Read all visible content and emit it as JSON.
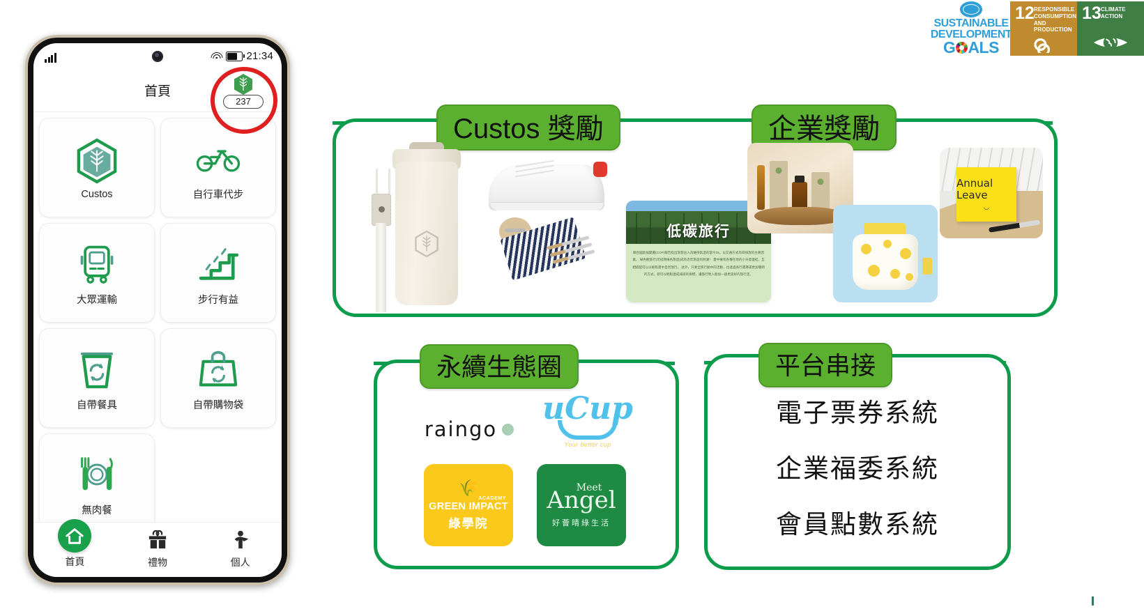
{
  "phone": {
    "status_bar": {
      "signal_icon": "signal-bars-icon",
      "wifi_icon": "wifi-icon",
      "battery_icon": "battery-icon",
      "time": "21:34"
    },
    "header": {
      "title": "首頁",
      "leaf_icon": "leaf-hexagon-icon",
      "points": "237",
      "highlight": "red-circle-annotation"
    },
    "tiles": [
      {
        "label": "Custos",
        "icon": "leaf-hexagon-icon"
      },
      {
        "label": "自行車代步",
        "icon": "bicycle-icon"
      },
      {
        "label": "大眾運輸",
        "icon": "bus-icon"
      },
      {
        "label": "步行有益",
        "icon": "stairs-icon"
      },
      {
        "label": "自帶餐具",
        "icon": "reusable-cup-icon"
      },
      {
        "label": "自帶購物袋",
        "icon": "reusable-bag-icon"
      },
      {
        "label": "無肉餐",
        "icon": "cutlery-plate-icon"
      }
    ],
    "tabs": [
      {
        "label": "首頁",
        "icon": "home-icon",
        "active": true
      },
      {
        "label": "禮物",
        "icon": "gift-icon",
        "active": false
      },
      {
        "label": "個人",
        "icon": "person-icon",
        "active": false
      }
    ]
  },
  "sdg": {
    "logo": {
      "line1": "SUSTAINABLE",
      "line2": "DEVELOPMENT",
      "line3": "G",
      "line3b": "ALS",
      "un_icon": "un-emblem-icon",
      "wheel_icon": "sdg-color-wheel-icon"
    },
    "goals": [
      {
        "number": "12",
        "title": "RESPONSIBLE CONSUMPTION AND PRODUCTION",
        "color": "#bf8b2e",
        "icon": "infinity-icon"
      },
      {
        "number": "13",
        "title": "CLIMATE ACTION",
        "color": "#3f7e44",
        "icon": "eye-earth-icon"
      }
    ]
  },
  "flow": {
    "colors": {
      "line": "#0c9c4b",
      "chip_fill": "#5cb030",
      "chip_border": "#4d9a27"
    },
    "sections": {
      "custos_rewards": {
        "label": "Custos 獎勵",
        "items": [
          {
            "name": "reusable-tumbler-image"
          },
          {
            "name": "white-sneaker-image"
          },
          {
            "name": "reusable-cutlery-set-image"
          }
        ]
      },
      "corporate_rewards": {
        "label": "企業獎勵",
        "items": [
          {
            "name": "low-carbon-travel-card",
            "title": "低碳旅行",
            "body": "聯合國氣候變遷(COP)報告指出旅客佔入為維持氣溫的當今25。以交通方式為碳排放的主要因素。\n綠色觀旅行(可搭救綠色旅遊)成為近年旅遊的熱潮！\n量中擁有各種在地的小天意連結，互相搭配可以以輕鬆量中自然放行。\n此外，只要全民行動中的活動，也透過高行選擇運更加簡明的方式，即可以輕鬆連成減碳的目標，讓旅行致入能加一趟更美好的旅行定。"
          },
          {
            "name": "essential-oil-gift-set-image"
          },
          {
            "name": "pineapple-print-pouch-image"
          },
          {
            "name": "annual-leave-sticky-note-image",
            "text": "Annual Leave"
          }
        ]
      },
      "ecosystem": {
        "label": "永續生態圈",
        "partners": [
          {
            "name": "raingo-logo",
            "text": "raingo"
          },
          {
            "name": "ucup-logo",
            "text": "uCup",
            "tagline": "Your better cup"
          },
          {
            "name": "green-impact-logo",
            "academy": "ACADEMY",
            "text": "GREEN IMPACT",
            "text_cn": "綠學院"
          },
          {
            "name": "meet-angel-logo",
            "meet": "Meet",
            "text": "Angel",
            "text_cn": "好薈晴綠生活"
          }
        ]
      },
      "platform": {
        "label": "平台串接",
        "items": [
          "電子票券系統",
          "企業福委系統",
          "會員點數系統"
        ]
      }
    }
  }
}
